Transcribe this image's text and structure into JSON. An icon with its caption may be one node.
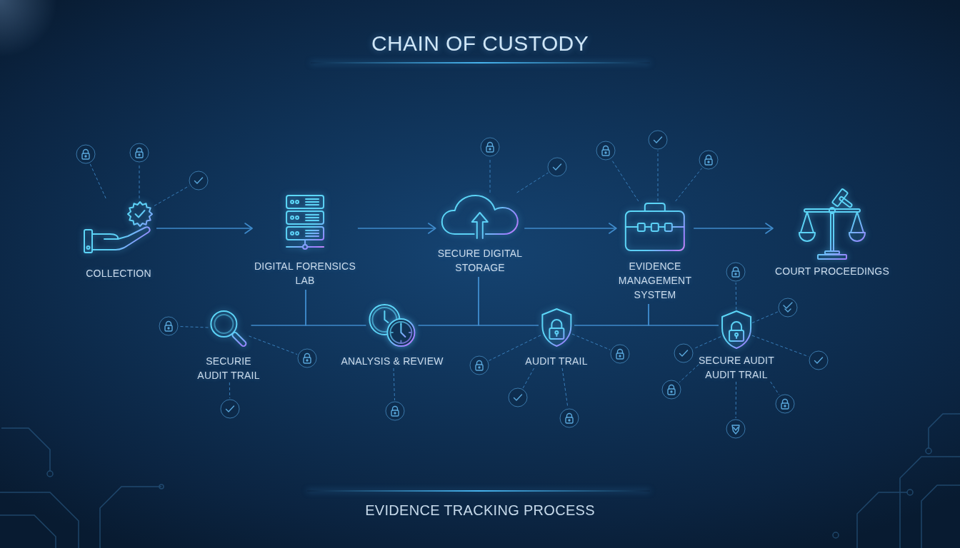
{
  "diagram": {
    "title": "CHAIN OF CUSTODY",
    "nodes": [
      {
        "text": [
          "COLLECTION"
        ]
      },
      {
        "text": [
          "DIGITAL FORENSICS LAB"
        ]
      },
      {
        "text": [
          "SECURE DIGITAL STORAGE"
        ]
      },
      {
        "text": [
          "EVIDENCE MANAGEMENT SYSTEM"
        ]
      },
      {
        "text": [
          "COURT PROCEEDINGS"
        ]
      },
      {
        "text": [
          "SECURIE AUDIT TRAIL"
        ]
      },
      {
        "text": [
          "ANALYSIS & REVIEW"
        ]
      },
      {
        "text": [
          "AUDIT TRAIL"
        ]
      },
      {
        "text": [
          "SECURE AUDIT AUDIT TRAIL"
        ]
      },
      {
        "text": [],
        "shape": "circle"
      },
      {
        "text": [],
        "shape": "circle"
      },
      {
        "text": [],
        "shape": "circle"
      },
      {
        "text": [],
        "shape": "circle"
      },
      {
        "text": [],
        "shape": "circle"
      },
      {
        "text": [],
        "shape": "circle"
      },
      {
        "text": [],
        "shape": "circle"
      },
      {
        "text": [],
        "shape": "circle"
      },
      {
        "text": [],
        "shape": "circle"
      },
      {
        "text": [],
        "shape": "circle"
      },
      {
        "text": [],
        "shape": "circle"
      },
      {
        "text": [],
        "shape": "circle"
      },
      {
        "text": [],
        "shape": "circle"
      },
      {
        "text": [],
        "shape": "circle"
      },
      {
        "text": [],
        "shape": "circle"
      },
      {
        "text": [],
        "shape": "circle"
      },
      {
        "text": [],
        "shape": "circle"
      },
      {
        "text": [],
        "shape": "circle"
      },
      {
        "text": [],
        "shape": "circle"
      },
      {
        "text": [],
        "shape": "circle"
      },
      {
        "text": [],
        "shape": "circle"
      },
      {
        "text": [],
        "shape": "circle"
      },
      {
        "text": [],
        "shape": "circle"
      }
    ],
    "edges": [
      {
        "from": 0,
        "to": 1,
        "arrow": "to"
      },
      {
        "from": 1,
        "to": 2,
        "arrow": "to"
      },
      {
        "from": 2,
        "to": 3,
        "arrow": "to"
      },
      {
        "from": 3,
        "to": 4,
        "arrow": "to"
      },
      {
        "from": 1,
        "to": 5,
        "arrow": "none"
      },
      {
        "from": 1,
        "to": 6,
        "arrow": "none"
      },
      {
        "from": 2,
        "to": 6,
        "arrow": "none"
      },
      {
        "from": 2,
        "to": 7,
        "arrow": "none"
      },
      {
        "from": 3,
        "to": 7,
        "arrow": "none"
      },
      {
        "from": 3,
        "to": 8,
        "arrow": "none"
      },
      {
        "from": 0,
        "to": 9,
        "arrow": "none",
        "style": "dashed"
      },
      {
        "from": 0,
        "to": 10,
        "arrow": "none",
        "style": "dashed"
      },
      {
        "from": 0,
        "to": 11,
        "arrow": "none",
        "style": "dashed"
      },
      {
        "from": 5,
        "to": 12,
        "arrow": "none",
        "style": "dashed"
      },
      {
        "from": 5,
        "to": 13,
        "arrow": "none",
        "style": "dashed"
      },
      {
        "from": 5,
        "to": 14,
        "arrow": "none",
        "style": "dashed"
      },
      {
        "from": 6,
        "to": 15,
        "arrow": "none",
        "style": "dashed"
      },
      {
        "from": 2,
        "to": 16,
        "arrow": "none",
        "style": "dashed"
      },
      {
        "from": 2,
        "to": 17,
        "arrow": "none",
        "style": "dashed"
      },
      {
        "from": 7,
        "to": 18,
        "arrow": "none",
        "style": "dashed"
      },
      {
        "from": 7,
        "to": 19,
        "arrow": "none",
        "style": "dashed"
      },
      {
        "from": 7,
        "to": 20,
        "arrow": "none",
        "style": "dashed"
      },
      {
        "from": 7,
        "to": 21,
        "arrow": "none",
        "style": "dashed"
      },
      {
        "from": 3,
        "to": 22,
        "arrow": "none",
        "style": "dashed"
      },
      {
        "from": 3,
        "to": 23,
        "arrow": "none",
        "style": "dashed"
      },
      {
        "from": 3,
        "to": 24,
        "arrow": "none",
        "style": "dashed"
      },
      {
        "from": 8,
        "to": 25,
        "arrow": "none",
        "style": "dashed"
      },
      {
        "from": 8,
        "to": 26,
        "arrow": "none",
        "style": "dashed"
      },
      {
        "from": 8,
        "to": 27,
        "arrow": "none",
        "style": "dashed"
      },
      {
        "from": 8,
        "to": 28,
        "arrow": "none",
        "style": "dashed"
      },
      {
        "from": 8,
        "to": 29,
        "arrow": "none",
        "style": "dashed"
      },
      {
        "from": 8,
        "to": 30,
        "arrow": "none",
        "style": "dashed"
      },
      {
        "from": 8,
        "to": 31,
        "arrow": "none",
        "style": "dashed"
      }
    ],
    "caption": "EVIDENCE TRACKING PROCESS"
  }
}
